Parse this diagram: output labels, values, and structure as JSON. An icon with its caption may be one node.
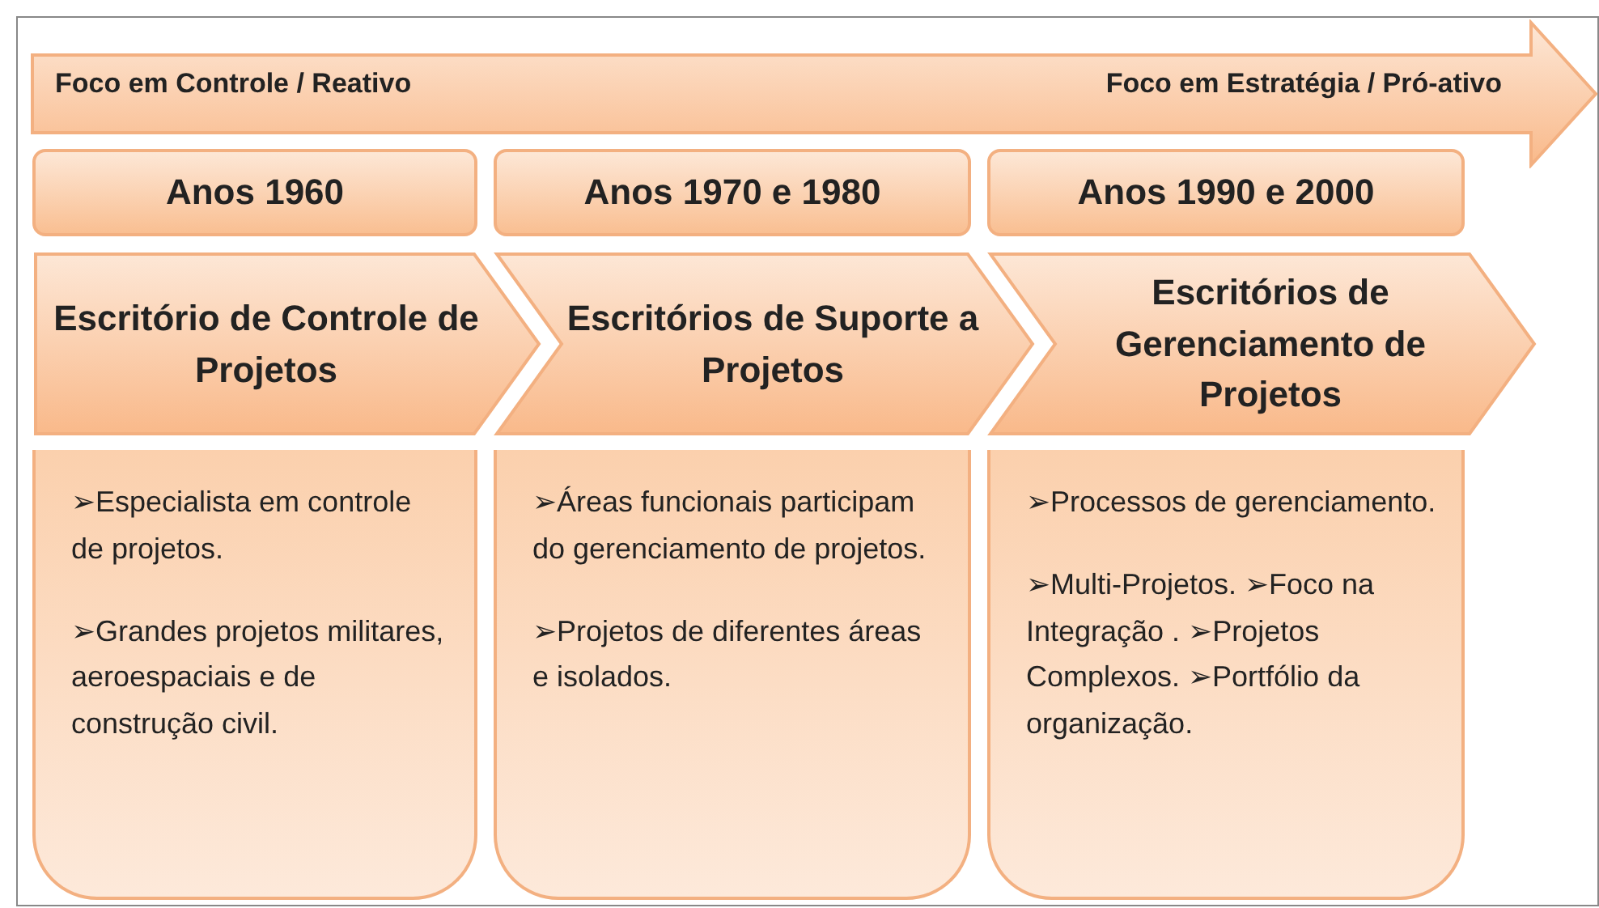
{
  "diagram": {
    "nodes": [
      {
        "text": [
          "Foco em Controle / Reativo",
          "Foco em Estratégia / Pró-ativo"
        ]
      },
      {
        "text": [
          "Anos 1960"
        ]
      },
      {
        "text": [
          "Anos 1970 e 1980"
        ]
      },
      {
        "text": [
          "Anos 1990 e 2000"
        ]
      },
      {
        "text": [
          "Escritório de Controle de Projetos"
        ]
      },
      {
        "text": [
          "Escritórios de Suporte a Projetos"
        ]
      },
      {
        "text": [
          "Escritórios de Gerenciamento de Projetos"
        ]
      },
      {
        "text": [
          "➢Especialista em controle de projetos.",
          "➢Grandes projetos militares, aeroespaciais e de construção civil."
        ]
      },
      {
        "text": [
          "➢Áreas funcionais participam do gerenciamento de projetos.",
          "➢Projetos de diferentes áreas e isolados."
        ]
      },
      {
        "text": [
          "➢Processos de gerenciamento.",
          "➢Multi-Projetos. ➢Foco na Integração . ➢Projetos Complexos. ➢Portfólio da organização."
        ]
      }
    ]
  }
}
